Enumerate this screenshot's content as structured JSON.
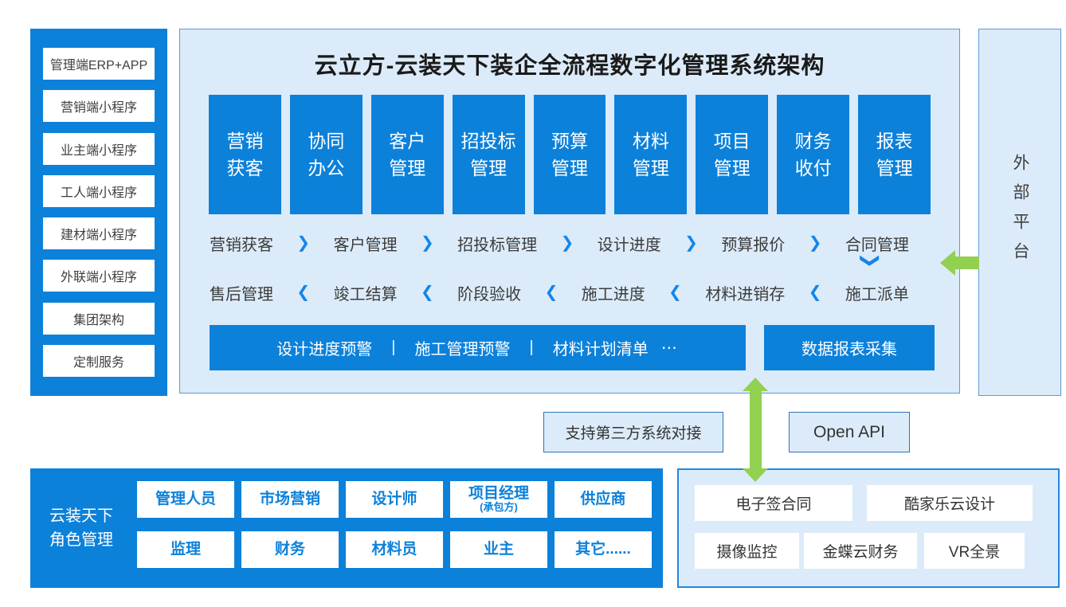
{
  "colors": {
    "primary_blue": "#0c81da",
    "panel_bg": "#dcebf9",
    "panel_border": "#5b9bd5",
    "dark_border": "#2e74b5",
    "bright_border": "#1f87e0",
    "green_arrow": "#92d050",
    "dark_text": "#3b3b3b",
    "white": "#ffffff"
  },
  "icons": {
    "chevron_right": "❯",
    "chevron_left": "❮",
    "chevron_down": "❯"
  },
  "header": {
    "title": "云立方-云装天下装企全流程数字化管理系统架构"
  },
  "left_sidebar": {
    "items": [
      "管理端ERP+APP",
      "营销端小程序",
      "业主端小程序",
      "工人端小程序",
      "建材端小程序",
      "外联端小程序",
      "集团架构",
      "定制服务"
    ]
  },
  "modules": [
    {
      "l1": "营销",
      "l2": "获客"
    },
    {
      "l1": "协同",
      "l2": "办公"
    },
    {
      "l1": "客户",
      "l2": "管理"
    },
    {
      "l1": "招投标",
      "l2": "管理"
    },
    {
      "l1": "预算",
      "l2": "管理"
    },
    {
      "l1": "材料",
      "l2": "管理"
    },
    {
      "l1": "项目",
      "l2": "管理"
    },
    {
      "l1": "财务",
      "l2": "收付"
    },
    {
      "l1": "报表",
      "l2": "管理"
    }
  ],
  "flow_forward": {
    "items": [
      "营销获客",
      "客户管理",
      "招投标管理",
      "设计进度",
      "预算报价",
      "合同管理"
    ]
  },
  "flow_backward": {
    "items": [
      "售后管理",
      "竣工结算",
      "阶段验收",
      "施工进度",
      "材料进销存",
      "施工派单"
    ]
  },
  "alert_bar": {
    "item1": "设计进度预警",
    "sep": "|",
    "item2": "施工管理预警",
    "item3": "材料计划清单",
    "more": "⋯"
  },
  "report_bar": {
    "label": "数据报表采集"
  },
  "external_platform": {
    "label": "外部平台"
  },
  "integration": {
    "third_party": "支持第三方系统对接",
    "open_api": "Open API"
  },
  "roles_panel": {
    "label_line1": "云装天下",
    "label_line2": "角色管理",
    "row1": [
      {
        "label": "管理人员"
      },
      {
        "label": "市场营销"
      },
      {
        "label": "设计师"
      },
      {
        "label": "项目经理",
        "sub": "(承包方)"
      },
      {
        "label": "供应商"
      }
    ],
    "row2": [
      "监理",
      "财务",
      "材料员",
      "业主",
      "其它......"
    ]
  },
  "services_panel": {
    "row1": [
      "电子签合同",
      "酷家乐云设计"
    ],
    "row2": [
      "摄像监控",
      "金蝶云财务",
      "VR全景"
    ]
  }
}
